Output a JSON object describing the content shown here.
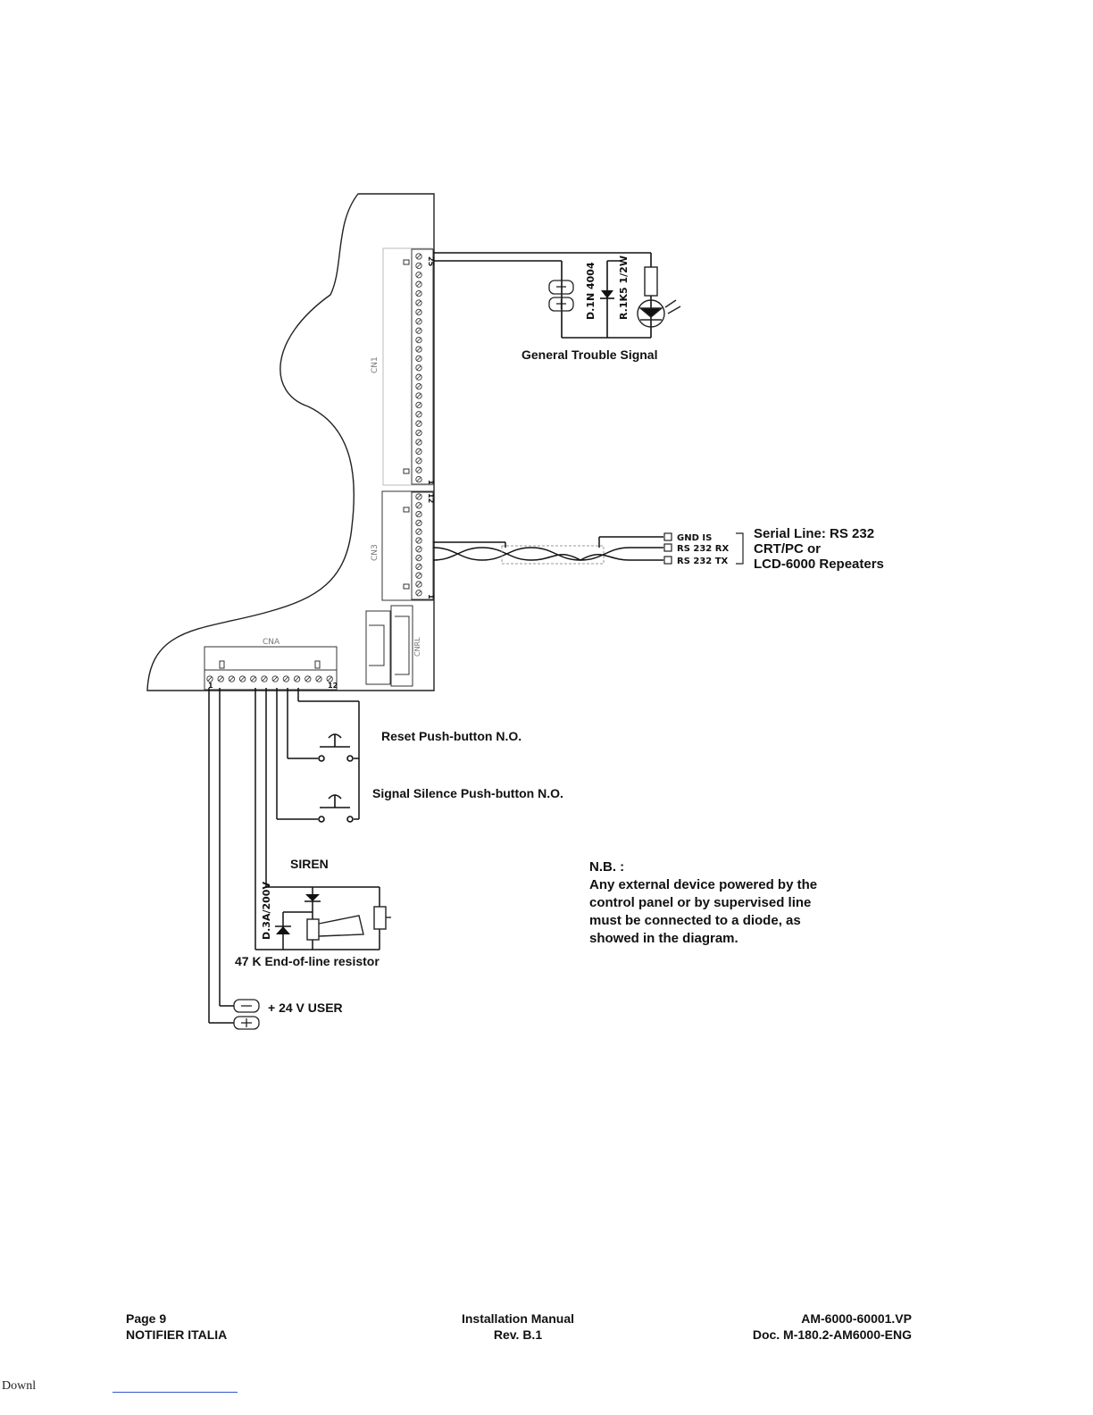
{
  "diagram": {
    "trouble_signal_label": "General Trouble Signal",
    "diode_label": "D.1N 4004",
    "resistor_label": "R.1K5 1/2W",
    "connector_cn1": "CN1",
    "connector_cn3": "CN3",
    "connector_cna": "CNA",
    "connector_cnrl": "CNRL",
    "pin_25": "25",
    "pin_12": "12",
    "pin_1": "1",
    "serial_gnd": "GND IS",
    "serial_rx": "RS 232 RX",
    "serial_tx": "RS 232 TX",
    "serial_title": "Serial Line: RS 232",
    "serial_sub1": "CRT/PC or",
    "serial_sub2": "LCD-6000 Repeaters",
    "reset_label": "Reset Push-button N.O.",
    "silence_label": "Signal Silence Push-button N.O.",
    "siren_label": "SIREN",
    "siren_diode_label": "D.3A/200V",
    "eol_label": "47 K End-of-line resistor",
    "power_label": "+ 24 V USER",
    "note_title": "N.B. :",
    "note_lines": [
      "Any external device powered by the",
      "control panel or by supervised line",
      "must be connected to a diode, as",
      "showed in the diagram."
    ]
  },
  "footer": {
    "page": "Page 9",
    "company": "NOTIFIER ITALIA",
    "manual": "Installation Manual",
    "revision": "Rev. B.1",
    "file": "AM-6000-60001.VP",
    "doc": "Doc. M-180.2-AM6000-ENG"
  },
  "download_text": "Downl"
}
